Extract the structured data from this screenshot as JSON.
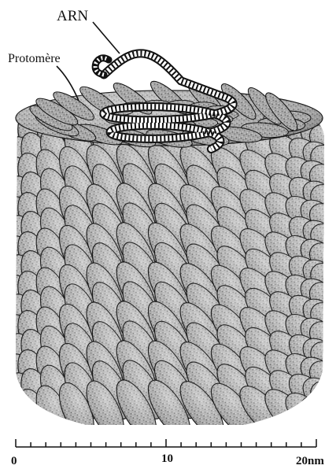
{
  "labels": {
    "arn": "ARN",
    "protomere": "Protomère"
  },
  "scale": {
    "ticks": [
      "0",
      "10",
      "20nm"
    ]
  },
  "colors": {
    "ink": "#111111",
    "subunit_fill": "#8f8f8f",
    "subunit_light": "#bdbdbd",
    "background": "#ffffff"
  }
}
